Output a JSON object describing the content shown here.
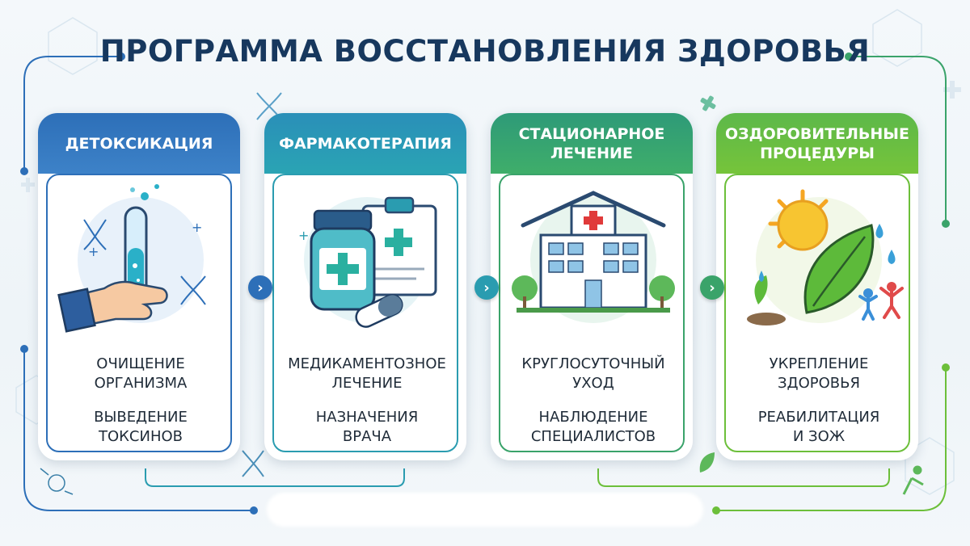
{
  "title": "ПРОГРАММА ВОССТАНОВЛЕНИЯ ЗДОРОВЬЯ",
  "colors": {
    "title": "#17385e",
    "step1": "#2d6fb8",
    "step2": "#2a9cb0",
    "step3": "#3aa36a",
    "step4": "#6cbf3a"
  },
  "steps": [
    {
      "header": "ДЕТОКСИКАЦИЯ",
      "icon": "hand-test-tube-icon",
      "line1": "ОЧИЩЕНИЕ\nОРГАНИЗМА",
      "line2": "ВЫВЕДЕНИЕ\nТОКСИНОВ"
    },
    {
      "header": "ФАРМАКОТЕРАПИЯ",
      "icon": "medicine-bottle-icon",
      "line1": "МЕДИКАМЕНТОЗНОЕ\nЛЕЧЕНИЕ",
      "line2": "НАЗНАЧЕНИЯ\nВРАЧА"
    },
    {
      "header": "СТАЦИОНАРНОЕ\nЛЕЧЕНИЕ",
      "icon": "hospital-icon",
      "line1": "КРУГЛОСУТОЧНЫЙ\nУХОД",
      "line2": "НАБЛЮДЕНИЕ\nСПЕЦИАЛИСТОВ"
    },
    {
      "header": "ОЗДОРОВИТЕЛЬНЫЕ\nПРОЦЕДУРЫ",
      "icon": "sun-leaf-icon",
      "line1": "УКРЕПЛЕНИЕ\nЗДОРОВЬЯ",
      "line2": "РЕАБИЛИТАЦИЯ\nИ ЗОЖ"
    }
  ],
  "arrow_glyph": "›"
}
